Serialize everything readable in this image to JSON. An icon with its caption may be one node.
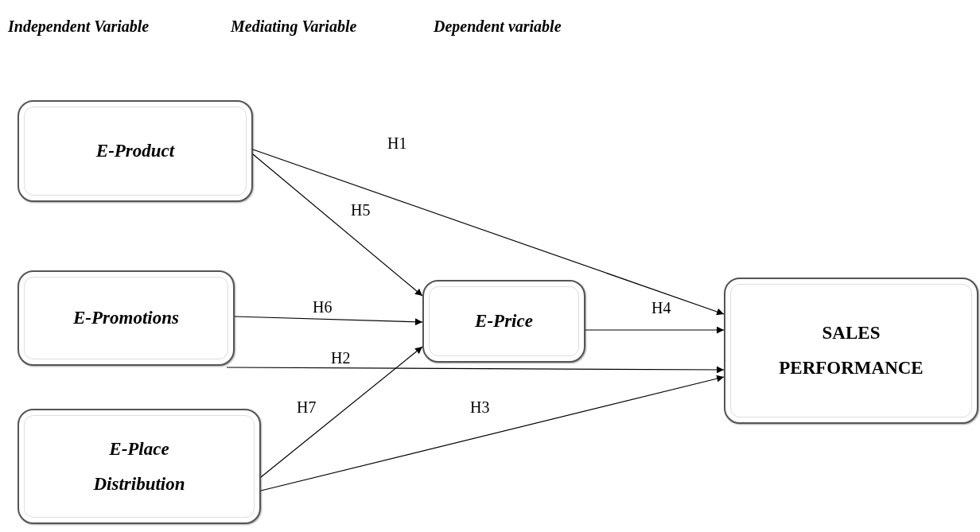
{
  "diagram": {
    "nodes": [
      {
        "text": [
          "E-Product"
        ]
      },
      {
        "text": [
          "E-Promotions"
        ]
      },
      {
        "text": [
          "E-Price"
        ]
      },
      {
        "text": [
          "SALES PERFORMANCE"
        ]
      },
      {
        "text": [
          "E-Place Distribution"
        ]
      }
    ],
    "edges": [
      {
        "from": 0,
        "to": 3,
        "arrow": "to",
        "label": "H1"
      },
      {
        "from": 0,
        "to": 2,
        "arrow": "to",
        "label": "H5"
      },
      {
        "from": 1,
        "to": 2,
        "arrow": "to",
        "label": "H6"
      },
      {
        "from": 1,
        "to": 3,
        "arrow": "to",
        "label": "H2"
      },
      {
        "from": 4,
        "to": 2,
        "arrow": "to",
        "label": "H7"
      },
      {
        "from": 4,
        "to": 3,
        "arrow": "to",
        "label": "H3"
      },
      {
        "from": 2,
        "to": 3,
        "arrow": "to",
        "label": "H4"
      }
    ],
    "labels": [
      "Independent Variable",
      "Mediating Variable",
      "Dependent variable"
    ]
  }
}
